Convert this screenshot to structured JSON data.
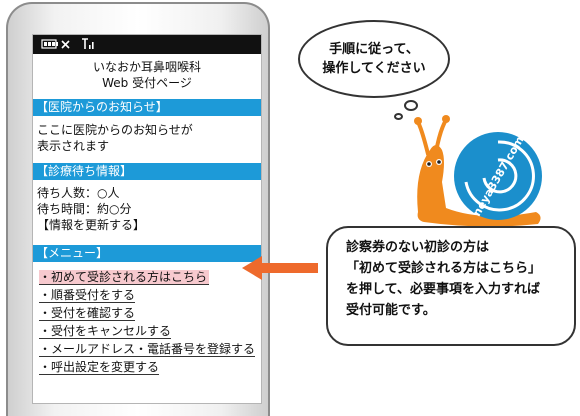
{
  "phone": {
    "status_icons": [
      "battery-icon",
      "no-service-icon",
      "signal-antenna-icon"
    ],
    "title_line1": "いなおか耳鼻咽喉科",
    "title_line2": "Web 受付ページ"
  },
  "notice": {
    "heading": "【医院からのお知らせ】",
    "lines": [
      "ここに医院からのお知らせが",
      "表示されます"
    ]
  },
  "waiting": {
    "heading": "【診療待ち情報】",
    "count": "待ち人数：○人",
    "time": "待ち時間：約○分",
    "refresh": "【情報を更新する】"
  },
  "menu": {
    "heading": "【メニュー】",
    "items": [
      "・初めて受診される方はこちら",
      "・順番受付をする",
      "・受付を確認する",
      "・受付をキャンセルする",
      "・メールアドレス・電話番号を登録する",
      "・呼出設定を変更する"
    ]
  },
  "callouts": {
    "top_line1": "手順に従って、",
    "top_line2": "操作してください",
    "bottom_lines": [
      "診察券のない初診の方は",
      "「初めて受診される方はこちら」",
      "を押して、必要事項を入力すれば",
      "受付可能です。"
    ]
  },
  "mascot": {
    "shell_text": "neya3387.com"
  },
  "colors": {
    "section_header": "#1d9ad8",
    "highlight": "#f7c9ce",
    "arrow": "#ee6a2c",
    "snail_body": "#f08a1e",
    "snail_shell": "#1b8fcc"
  }
}
